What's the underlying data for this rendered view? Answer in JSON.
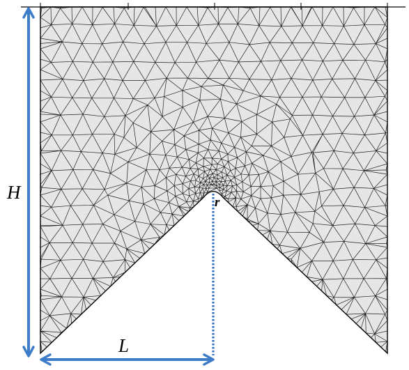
{
  "figure": {
    "labels": {
      "height": "H",
      "length": "L",
      "radius": "r"
    },
    "colors": {
      "mesh_fill": "#e6e6e6",
      "mesh_line": "#1e1e1e",
      "dimension_arrow": "#3d7cc9",
      "dotted_guide": "#2f6fc4",
      "outline": "#000000"
    }
  }
}
